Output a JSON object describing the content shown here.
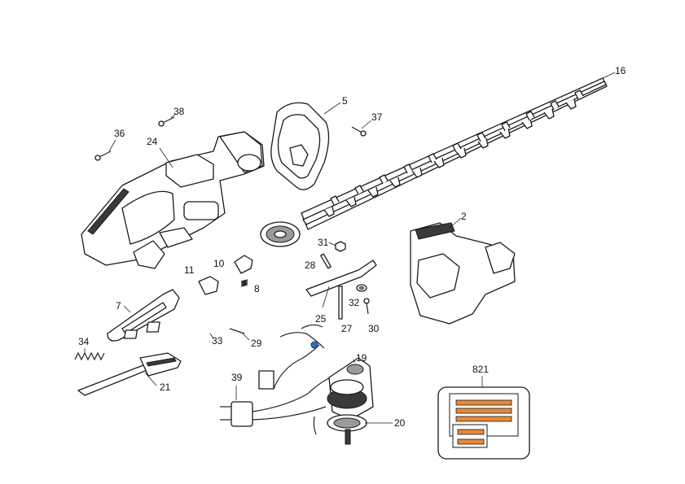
{
  "callouts": {
    "c2": "2",
    "c5": "5",
    "c7": "7",
    "c8": "8",
    "c10": "10",
    "c11": "11",
    "c16": "16",
    "c19": "19",
    "c20": "20",
    "c21": "21",
    "c24": "24",
    "c25": "25",
    "c27": "27",
    "c28": "28",
    "c29": "29",
    "c30": "30",
    "c31": "31",
    "c32": "32",
    "c33": "33",
    "c34": "34",
    "c36": "36",
    "c37": "37",
    "c38": "38",
    "c39": "39",
    "c821": "821"
  },
  "colors": {
    "label_bar": "#e8883a",
    "ink": "#1a1a1a",
    "accent_dot": "#2a6fd6"
  }
}
